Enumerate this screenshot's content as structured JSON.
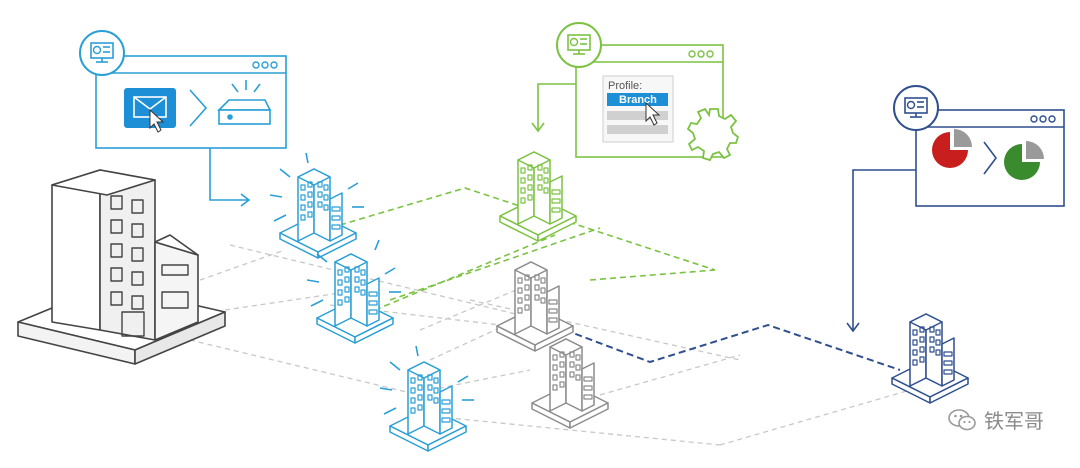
{
  "diagram": {
    "profile_window": {
      "profile_label": "Profile:",
      "selected_option": "Branch"
    },
    "watermark": {
      "text": "铁军哥",
      "icon": "wechat-icon"
    },
    "colors": {
      "blue": "#2a9fd6",
      "green": "#7cc242",
      "navy": "#2f4f8f",
      "gray": "#8c8c8c",
      "red_pie": "#c81e1e",
      "green_pie": "#3a8a2e",
      "selected_bg": "#1c8fd6"
    }
  }
}
